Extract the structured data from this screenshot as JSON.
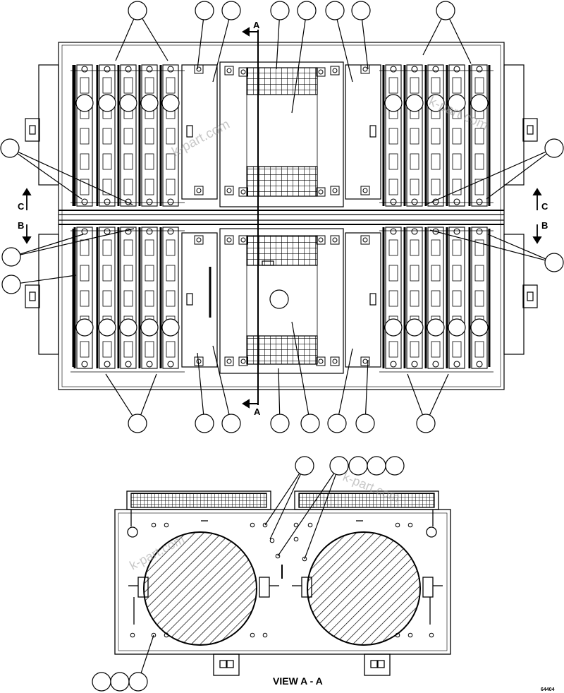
{
  "section_marks": {
    "a_top": "A",
    "a_bottom": "A",
    "b_left": "B",
    "b_right": "B",
    "c_left": "C",
    "c_right": "C"
  },
  "view_title": "VIEW A - A",
  "figure_code": "64404",
  "watermark": "k-part.com",
  "colors": {
    "line": "#000000",
    "watermark": "#9a9a9a",
    "background": "#ffffff"
  }
}
